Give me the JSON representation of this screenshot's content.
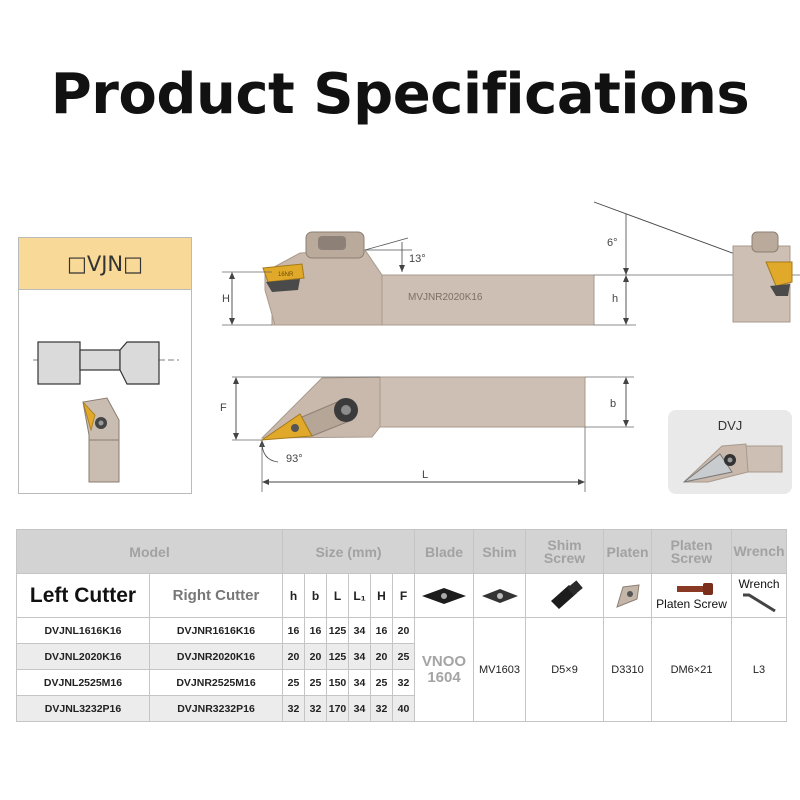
{
  "title": "Product Specifications",
  "variant": {
    "label": "□VJN□"
  },
  "tool_marking": "MVJNR2020K16",
  "insert_marking": "16NR",
  "dimensions": {
    "angle_top": "13°",
    "angle_side": "6°",
    "angle_lead": "93°",
    "H": "H",
    "h": "h",
    "F": "F",
    "b": "b",
    "L": "L"
  },
  "dvj": {
    "label": "DVJ"
  },
  "table": {
    "group_headers": {
      "model": "Model",
      "size": "Size (mm)",
      "blade": "Blade",
      "shim": "Shim",
      "shim_screw": "Shim Screw",
      "platen": "Platen",
      "platen_screw": "Platen Screw",
      "wrench": "Wrench"
    },
    "sub_headers": {
      "left": "Left Cutter",
      "right": "Right Cutter",
      "h": "h",
      "b": "b",
      "L": "L",
      "L1": "L₁",
      "H": "H",
      "F": "F",
      "platen_screw": "Platen Screw",
      "wrench": "Wrench"
    },
    "rows": [
      {
        "left": "DVJNL1616K16",
        "right": "DVJNR1616K16",
        "h": "16",
        "b": "16",
        "L": "125",
        "L1": "34",
        "H": "16",
        "F": "20"
      },
      {
        "left": "DVJNL2020K16",
        "right": "DVJNR2020K16",
        "h": "20",
        "b": "20",
        "L": "125",
        "L1": "34",
        "H": "20",
        "F": "25"
      },
      {
        "left": "DVJNL2525M16",
        "right": "DVJNR2525M16",
        "h": "25",
        "b": "25",
        "L": "150",
        "L1": "34",
        "H": "25",
        "F": "32"
      },
      {
        "left": "DVJNL3232P16",
        "right": "DVJNR3232P16",
        "h": "32",
        "b": "32",
        "L": "170",
        "L1": "34",
        "H": "32",
        "F": "40"
      }
    ],
    "shared": {
      "blade": "VNOO 1604",
      "shim": "MV1603",
      "shim_screw": "D5×9",
      "platen": "D3310",
      "platen_screw": "DM6×21",
      "wrench": "L3"
    }
  },
  "colors": {
    "steel": "#cdbfb3",
    "steel_dark": "#a99a8d",
    "insert_gold": "#e1a92a",
    "header_gray": "#d3d3d3",
    "variant_header": "#f8d997"
  }
}
